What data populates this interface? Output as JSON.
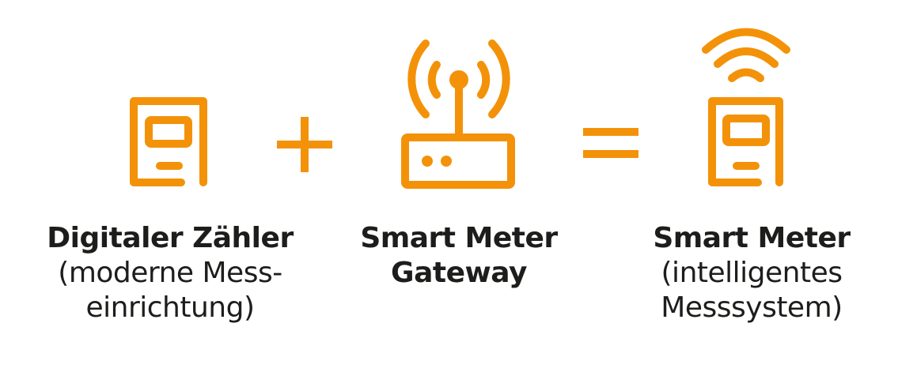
{
  "colors": {
    "accent": "#f39208",
    "text": "#1d1d1b",
    "background": "#ffffff"
  },
  "items": [
    {
      "icon": "digital-meter-icon",
      "title": "Digitaler Zähler",
      "subtitle_lines": [
        "(moderne Mess-",
        "einrichtung)"
      ]
    },
    {
      "icon": "gateway-router-icon",
      "title_lines": [
        "Smart Meter",
        "Gateway"
      ]
    },
    {
      "icon": "smart-meter-wifi-icon",
      "title": "Smart Meter",
      "subtitle_lines": [
        "(intelligentes",
        "Messsystem)"
      ]
    }
  ],
  "operators": [
    {
      "icon": "plus-icon",
      "symbol": "+"
    },
    {
      "icon": "equals-icon",
      "symbol": "="
    }
  ]
}
